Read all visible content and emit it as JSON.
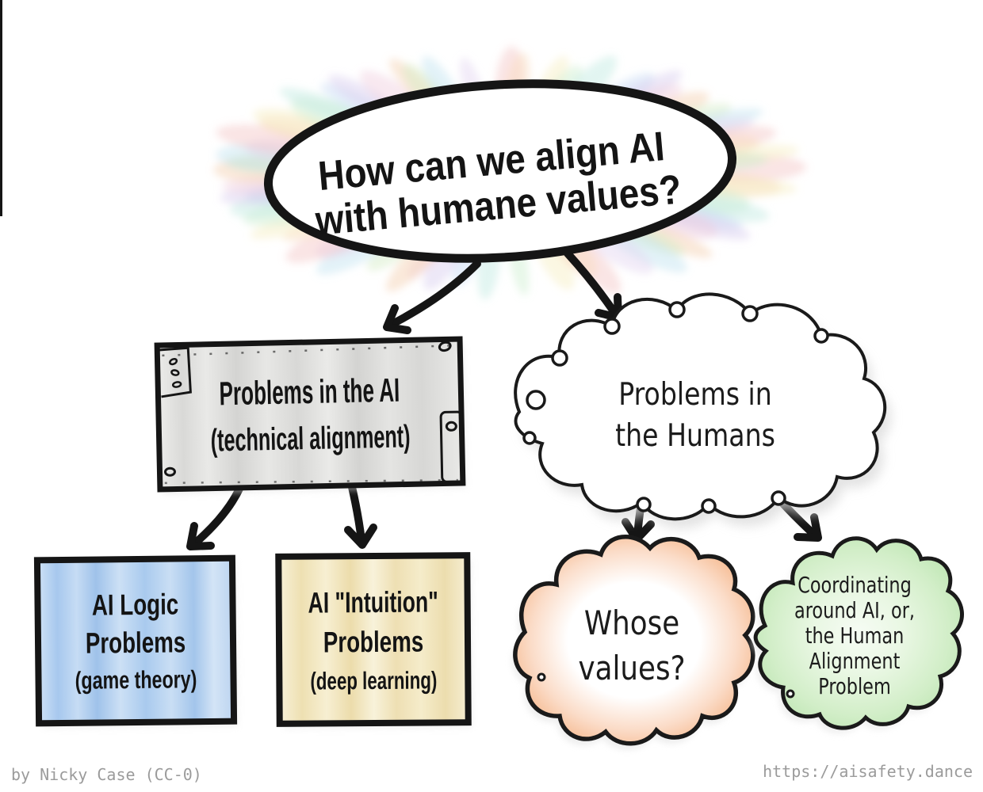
{
  "question": {
    "line1": "How can we align AI",
    "line2": "with humane values?"
  },
  "branch_ai": {
    "title": "Problems in the AI",
    "subtitle": "(technical alignment)"
  },
  "branch_humans": {
    "line1": "Problems in",
    "line2": "the Humans"
  },
  "leaf_logic": {
    "line1": "AI Logic",
    "line2": "Problems",
    "subtitle": "(game theory)"
  },
  "leaf_intuition": {
    "line1": "AI \"Intuition\"",
    "line2": "Problems",
    "subtitle": "(deep learning)"
  },
  "leaf_values": {
    "line1": "Whose",
    "line2": "values?"
  },
  "leaf_coordination": {
    "line1": "Coordinating",
    "line2": "around AI, or,",
    "line3": "the Human",
    "line4": "Alignment",
    "line5": "Problem"
  },
  "footer": {
    "credit": "by Nicky Case (CC-0)",
    "url": "https://aisafety.dance"
  },
  "colors": {
    "ink": "#151515",
    "box_gray": "#dfdfdd",
    "box_blue": "#aecdf0",
    "box_yellow": "#f2e6bd",
    "cloud_orange_edge": "#f4a97e",
    "cloud_green_edge": "#b7e3ac",
    "shadow_gray": "#dedede",
    "footer_gray": "#9b9b9b"
  },
  "rainbow": {
    "colors": [
      "#f5c6c6",
      "#f8d9ba",
      "#f7eec0",
      "#cdedcf",
      "#bfe8df",
      "#c6d9f3",
      "#d7cdee",
      "#efcede",
      "#f3cfae",
      "#d3ecc4",
      "#c2e2f0",
      "#e3d4f0"
    ]
  }
}
